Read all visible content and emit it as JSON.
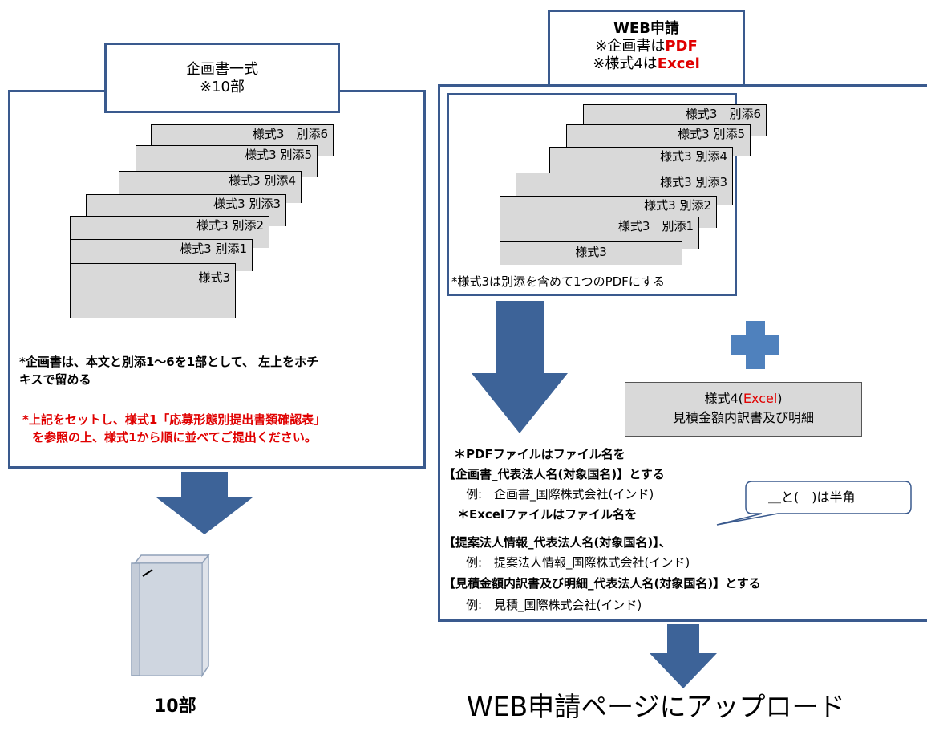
{
  "left": {
    "title_line1": "企画書一式",
    "title_line2": "※10部",
    "sheets": [
      "様式3　別添6",
      "様式3 別添5",
      "様式3 別添4",
      "様式3 別添3",
      "様式3 別添2",
      "様式3 別添1",
      "様式3"
    ],
    "note1_line1": "*企画書は、本文と別添1～6を1部として、 左上をホチ",
    "note1_line2": "キスで留める",
    "note2_line1": "*上記をセットし、様式1「応募形態別提出書類確認表」",
    "note2_line2": "を参照の上、様式1から順に並べてご提出ください。",
    "book_label": "10部"
  },
  "right": {
    "title_line1": "WEB申請",
    "title_line2_prefix": "※企画書は",
    "title_line2_red": "PDF",
    "title_line3_prefix": "※様式4は",
    "title_line3_red": "Excel",
    "sheets": [
      "様式3　別添6",
      "様式3 別添5",
      "様式3 別添4",
      "様式3 別添3",
      "様式3 別添2",
      "様式3　別添1",
      "様式3"
    ],
    "pdf_note": "*様式3は別添を含めて1つのPDFにする",
    "form4_line1_prefix": "様式4(",
    "form4_line1_red": "Excel",
    "form4_line1_suffix": ")",
    "form4_line2": "見積金額内訳書及び明細",
    "lines": [
      "＊PDFファイルはファイル名を",
      "【企画書_代表法人名(対象国名)】とする",
      "例:　企画書_国際株式会社(インド)",
      "＊Excelファイルはファイル名を",
      "【提案法人情報_代表法人名(対象国名)】、",
      "例:　提案法人情報_国際株式会社(インド)",
      "【見積金額内訳書及び明細_代表法人名(対象国名)】とする",
      "例:　見積_国際株式会社(インド)"
    ],
    "callout": "＿と(　)は半角",
    "upload_label": "WEB申請ページにアップロード"
  },
  "colors": {
    "frame": "#3a5a8e",
    "arrow": "#3d6398",
    "plus": "#4f81bd",
    "sheet": "#d9d9d9",
    "red": "#e00000"
  }
}
